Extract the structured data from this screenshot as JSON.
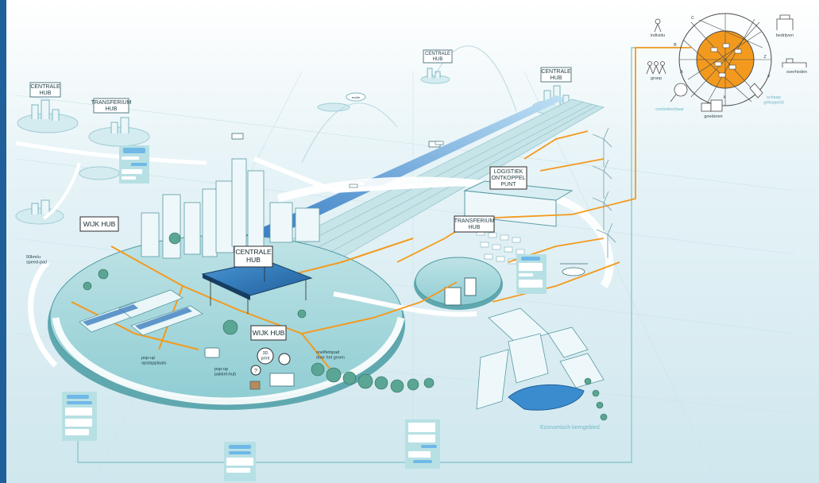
{
  "colors": {
    "page": "#ffffff",
    "sky": "#e4f2f7",
    "accent_bar": "#1f5f9a",
    "ground": "#cfe9ef",
    "disc": "#a9d8dd",
    "disc_dark": "#6fbcc4",
    "road": "#ffffff",
    "orange": "#f39a1e",
    "frame_line": "#8cc8cf",
    "chat_bg": "#b7e0e4",
    "chat_bubble": "#6fb8e8"
  },
  "hubs": {
    "centrale_hub_left": "CENTRALE\nHUB",
    "transferium_hub_left": "TRANSFERIUM\nHUB",
    "centrale_hub_top": "CENTRALE\nHUB",
    "centrale_hub_right": "CENTRALE\nHUB",
    "wijk_hub_main": "WIJK HUB",
    "centrale_hub_center": "CENTRALE\nHUB",
    "wijk_hub_small": "WIJK HUB",
    "logistiek": "LOGISTIEK\nONTKOPPEL\nPUNT",
    "transferium_hub_right": "TRANSFERIUM\nHUB"
  },
  "labels": {
    "speed_pad": "50km/u\nspeed-pad",
    "pop_up_opstapplaats": "pop-up\nopstapplaats",
    "pop_up_pakket_hub": "pop-up\npakket-hub",
    "snelfietspad": "snelfietspad\ndoor het groen",
    "economisch_kerngebied": "Economisch kerngebied",
    "printer_3d": "3D\nprint",
    "small_sign": "excite"
  },
  "legend": {
    "individu": "individu",
    "bedrijven": "bedrijven",
    "groep": "groep",
    "overheden": "overheden",
    "goederen": "goederen",
    "controleerbaar": "controleerbaar",
    "schaap_gekoppeld": "schaap\ngekoppeld",
    "node_a": "A",
    "node_b": "B",
    "node_c": "C",
    "node_z": "Z",
    "node_y": "Y",
    "node_x": "X"
  }
}
